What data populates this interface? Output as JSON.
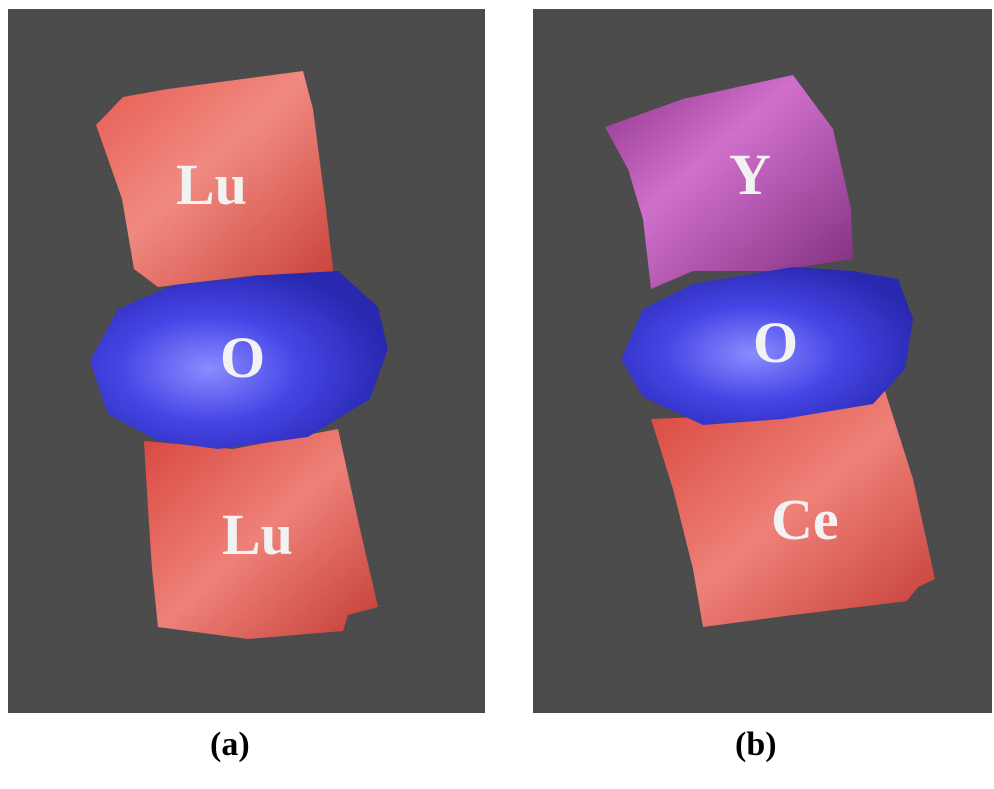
{
  "panels": [
    {
      "caption": "(a)",
      "atoms": {
        "top": "Lu",
        "center": "O",
        "bottom": "Lu"
      },
      "colors": {
        "top": "#e0504a",
        "center": "#3e3ee0",
        "bottom": "#e0504a"
      }
    },
    {
      "caption": "(b)",
      "atoms": {
        "top": "Y",
        "center": "O",
        "bottom": "Ce"
      },
      "colors": {
        "top": "#9c3c9a",
        "center": "#3e3ee0",
        "bottom": "#e0504a"
      }
    }
  ],
  "background_color": "#4b4b4b"
}
